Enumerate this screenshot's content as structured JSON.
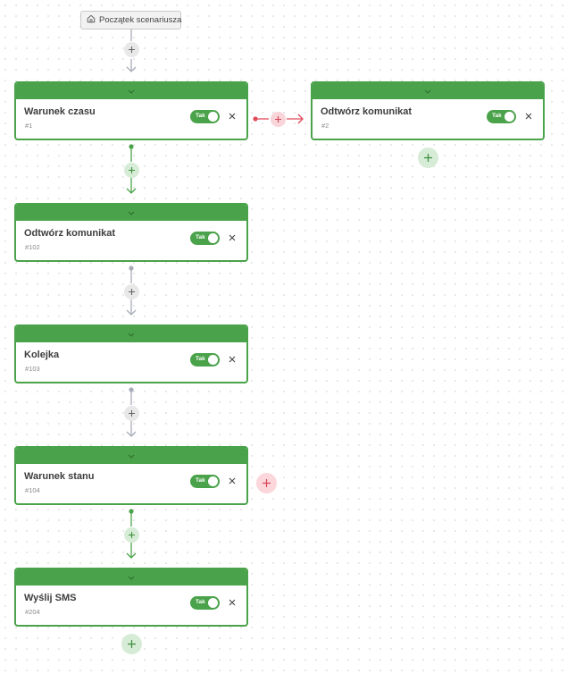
{
  "start": {
    "label": "Początek scenariusza",
    "icon": "home-icon"
  },
  "nodes": [
    {
      "title": "Warunek czasu",
      "id": "#1",
      "toggle": "Tak"
    },
    {
      "title": "Odtwórz komunikat",
      "id": "#2",
      "toggle": "Tak"
    },
    {
      "title": "Odtwórz komunikat",
      "id": "#102",
      "toggle": "Tak"
    },
    {
      "title": "Kolejka",
      "id": "#103",
      "toggle": "Tak"
    },
    {
      "title": "Warunek stanu",
      "id": "#104",
      "toggle": "Tak"
    },
    {
      "title": "Wyślij SMS",
      "id": "#204",
      "toggle": "Tak"
    }
  ],
  "colors": {
    "node_green": "#4aa34a",
    "connector_gray": "#a8acb8",
    "connector_red": "#e04a5a",
    "plus_green_bg": "#d6ecd6",
    "plus_red_bg": "#f9d4d8"
  }
}
